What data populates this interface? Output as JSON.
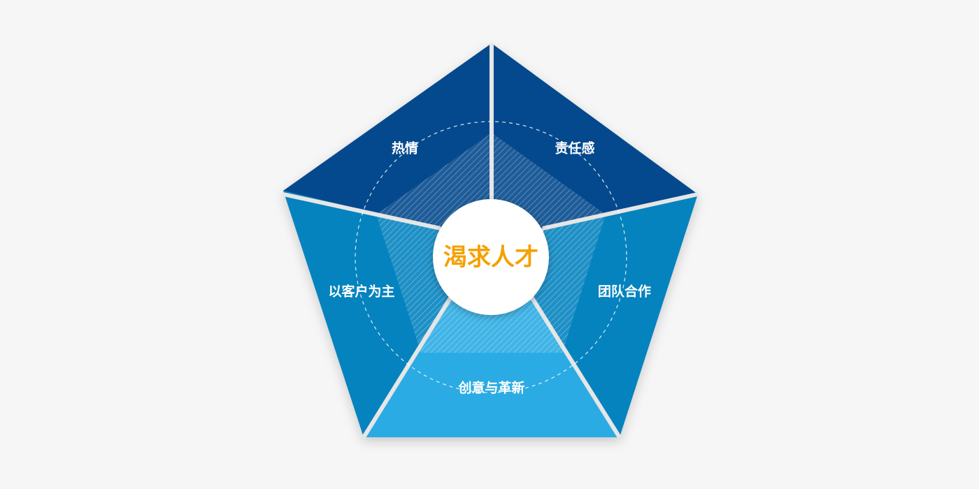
{
  "center": {
    "label": "渴求人才",
    "color": "#f5a000"
  },
  "segments": [
    {
      "label": "热情",
      "color": "#04498d"
    },
    {
      "label": "责任感",
      "color": "#04498d"
    },
    {
      "label": "团队合作",
      "color": "#0583bf"
    },
    {
      "label": "创意与革新",
      "color": "#2aabe3"
    },
    {
      "label": "以客户为主",
      "color": "#0583bf"
    }
  ]
}
